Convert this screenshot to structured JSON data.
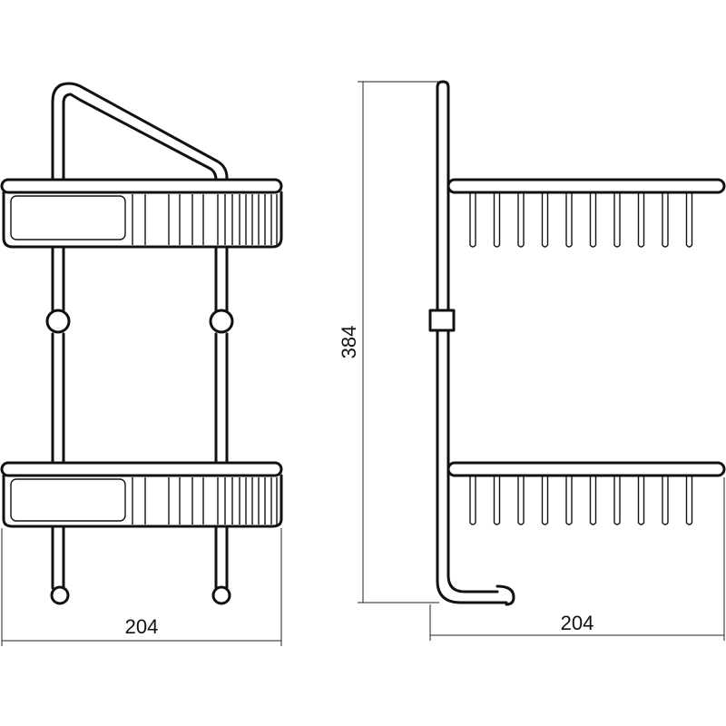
{
  "drawing": {
    "front_view": {
      "width_dimension": "204"
    },
    "side_view": {
      "height_dimension": "384",
      "depth_dimension": "204"
    }
  }
}
